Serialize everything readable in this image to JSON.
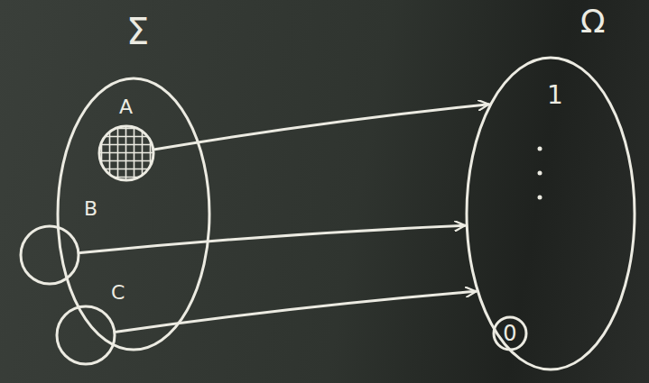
{
  "diagram": {
    "nodes": [
      {
        "text": [
          "Σ"
        ]
      },
      {
        "text": [
          "A"
        ],
        "in": 0
      },
      {
        "text": [
          "B"
        ],
        "in": 0
      },
      {
        "text": [
          "C"
        ],
        "in": 0
      },
      {
        "text": [
          "Ω"
        ]
      },
      {
        "text": [
          "0"
        ],
        "in": 4
      }
    ],
    "edges": [
      {
        "from": 1,
        "to": 4,
        "arrow": "to"
      },
      {
        "from": 2,
        "to": 4,
        "arrow": "to"
      },
      {
        "from": 3,
        "to": 4,
        "arrow": "to"
      }
    ],
    "labels": [
      "1"
    ]
  }
}
